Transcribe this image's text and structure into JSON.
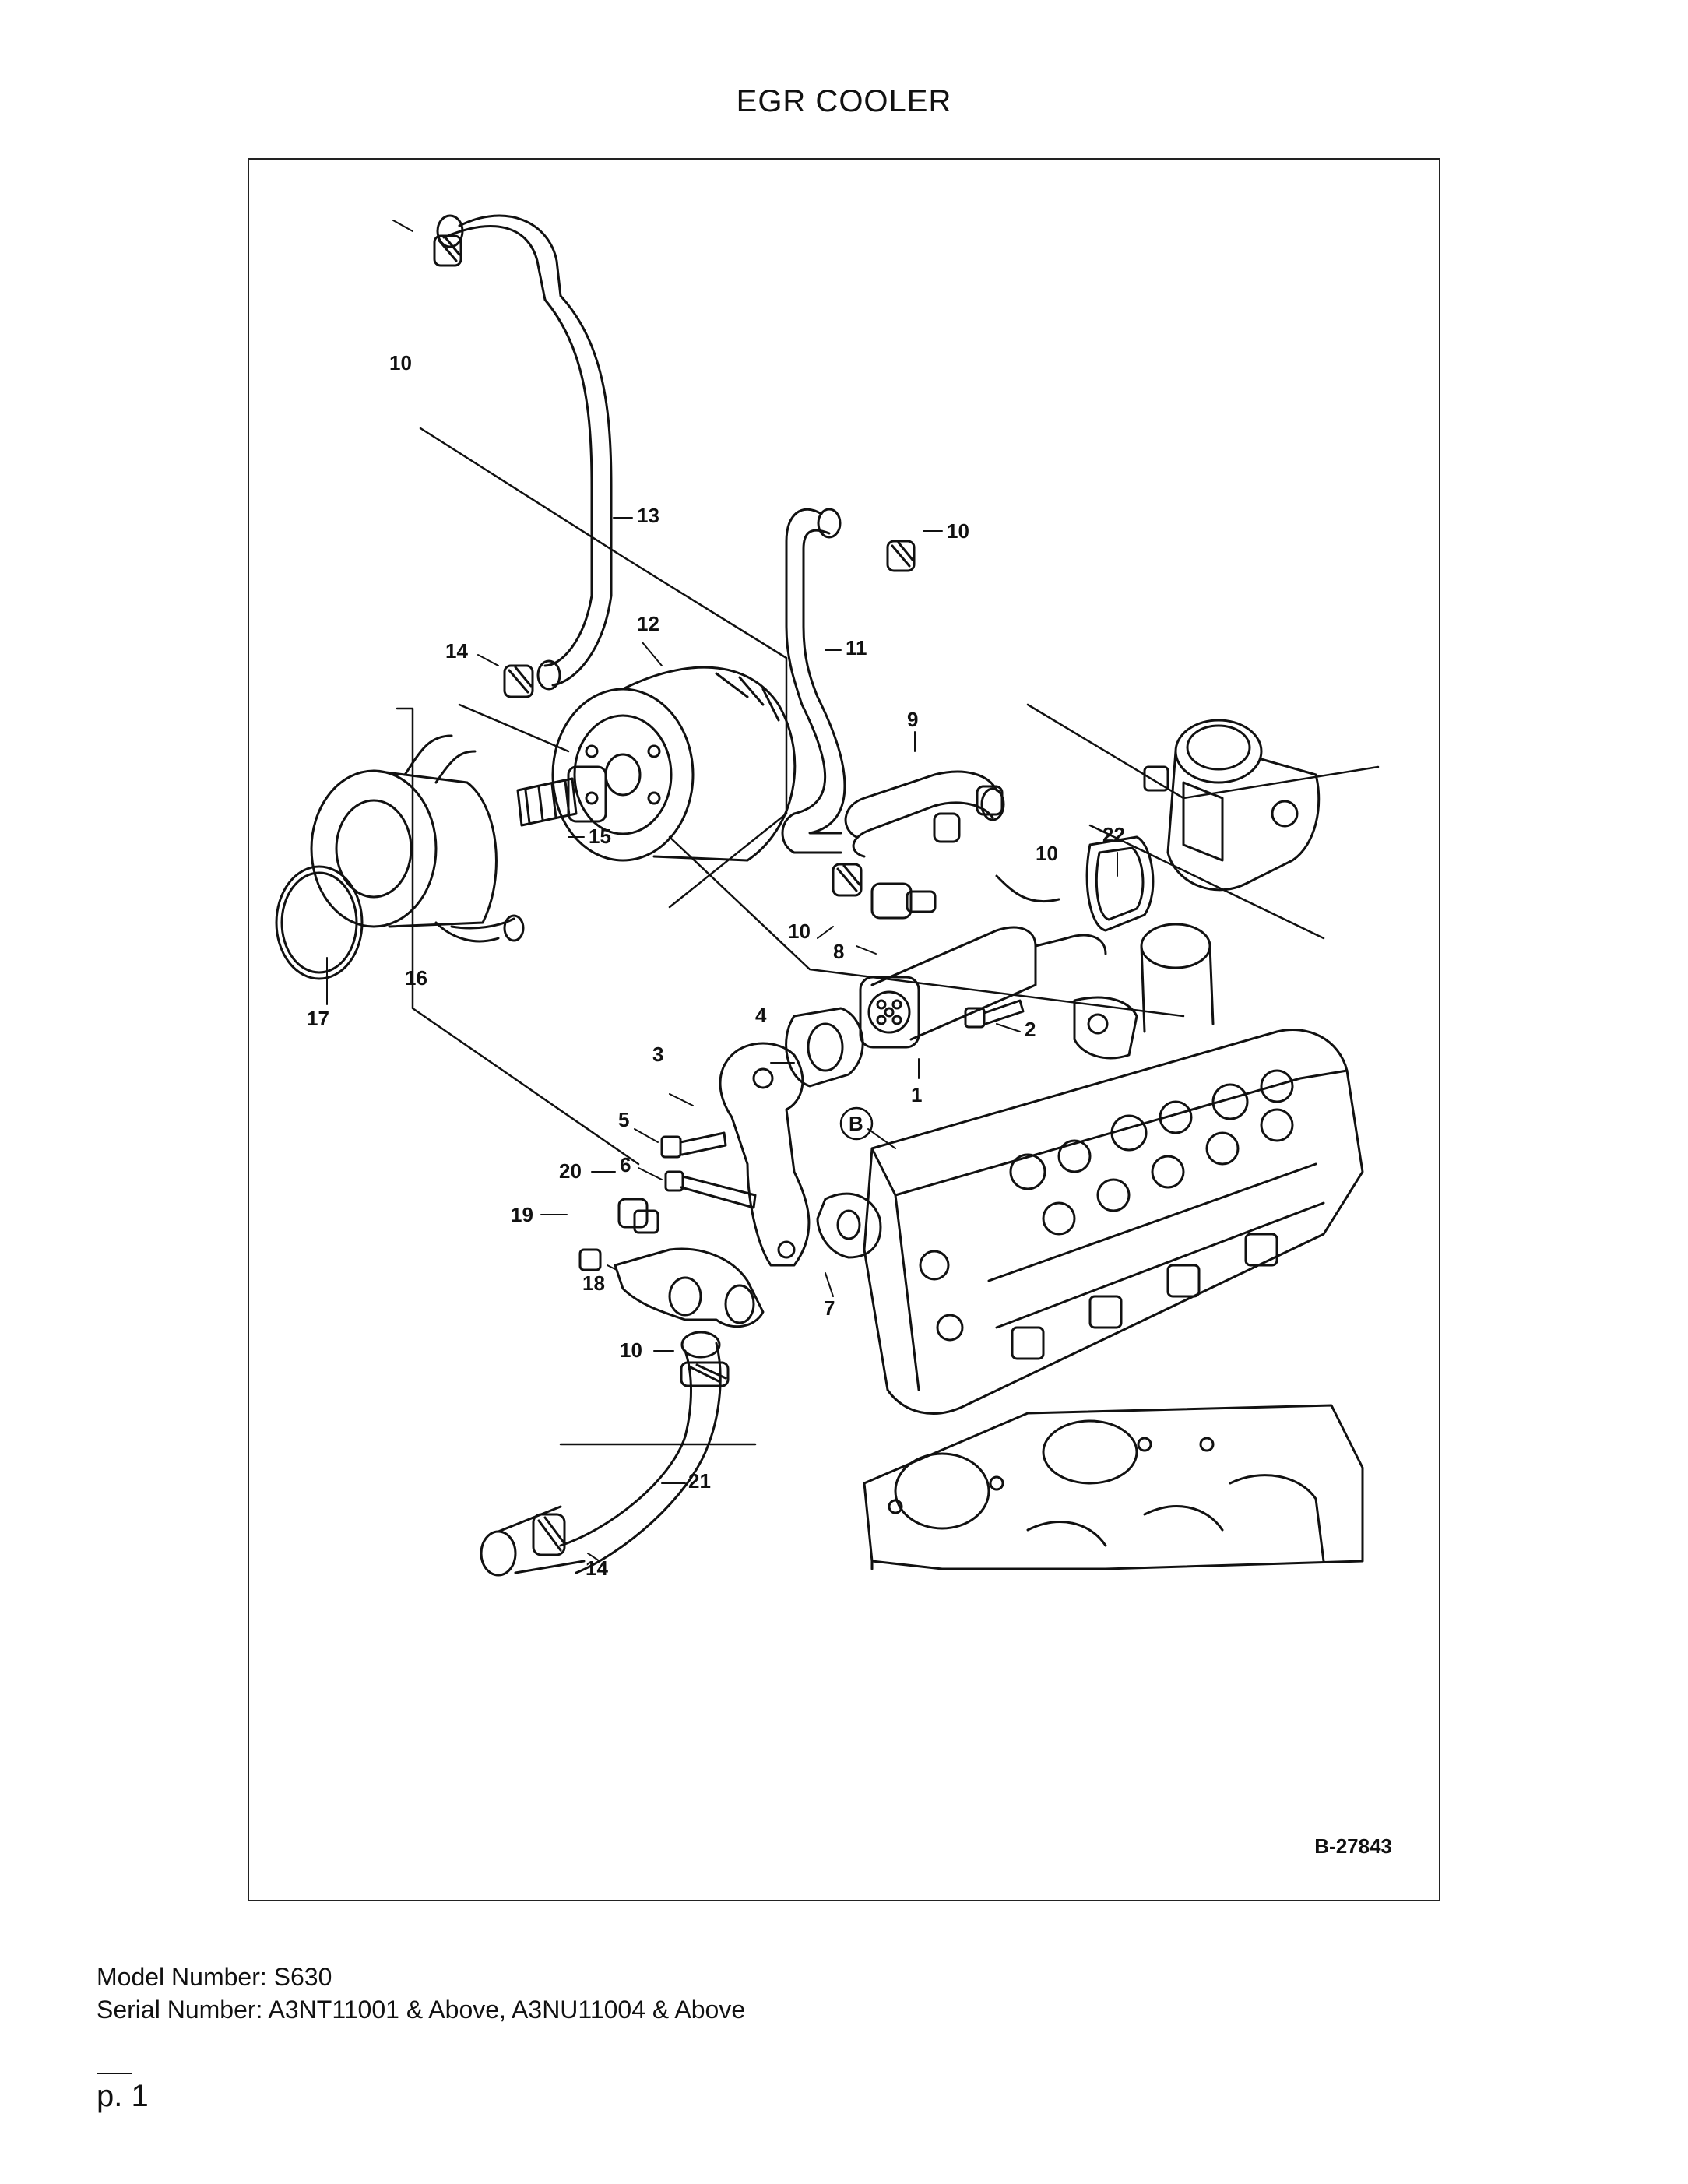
{
  "page": {
    "title": "EGR COOLER",
    "drawing_code": "B-27843",
    "model_label": "Model Number: S630",
    "serial_label": "Serial Number: A3NT11001 & Above, A3NU11004 & Above",
    "page_number": "p. 1"
  },
  "callouts": {
    "c1": "1",
    "c2": "2",
    "c3": "3",
    "c4": "4",
    "c5": "5",
    "c6": "6",
    "c7": "7",
    "c8": "8",
    "c9": "9",
    "c10a": "10",
    "c10b": "10",
    "c10c": "10",
    "c10d": "10",
    "c10e": "10",
    "c11": "11",
    "c12": "12",
    "c13": "13",
    "c14a": "14",
    "c14b": "14",
    "c15": "15",
    "c16": "16",
    "c17": "17",
    "c18": "18",
    "c19": "19",
    "c20": "20",
    "c21": "21",
    "c22": "22",
    "cB": "B"
  }
}
